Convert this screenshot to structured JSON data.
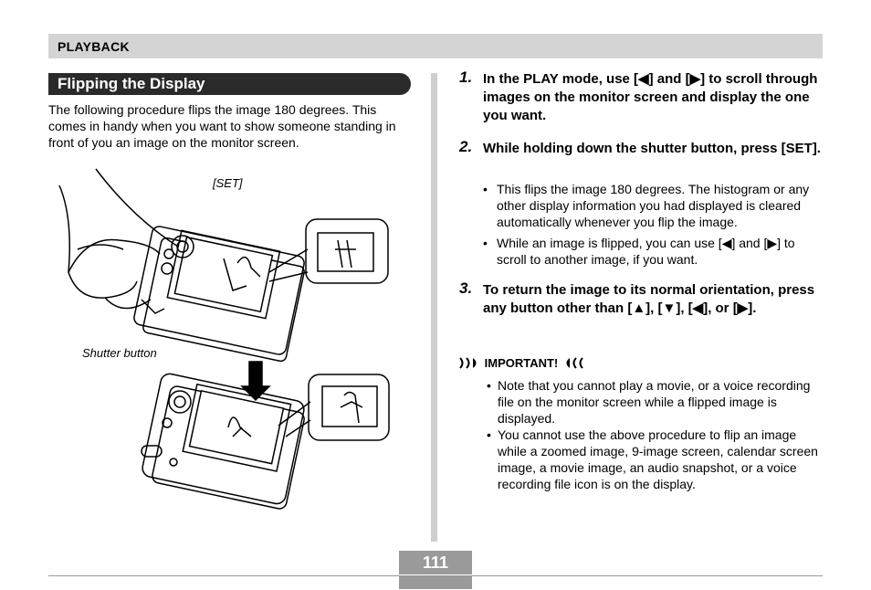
{
  "header": {
    "section": "PLAYBACK"
  },
  "title": "Flipping the Display",
  "intro": "The following procedure flips the image 180 degrees. This comes in handy when you want to show someone standing in front of you an image on the monitor screen.",
  "illustration": {
    "set_label": "[SET]",
    "shutter_label": "Shutter button"
  },
  "steps": [
    {
      "num": "1.",
      "text": "In the PLAY mode, use [◀] and [▶] to scroll through images on the monitor screen and display the one you want."
    },
    {
      "num": "2.",
      "text": "While holding down the shutter button, press [SET]."
    },
    {
      "num": "3.",
      "text": "To return the image to its normal orientation, press any button other than [▲], [▼], [◀], or [▶]."
    }
  ],
  "step2_bullets": [
    "This flips the image 180 degrees. The histogram or any other display information you had displayed is cleared automatically whenever you flip the image.",
    "While an image is flipped, you can use [◀] and [▶] to scroll to another image, if you want."
  ],
  "important": {
    "label": "IMPORTANT!",
    "items": [
      "Note that you cannot play a movie, or a voice recording file on the monitor screen while a flipped image is displayed.",
      "You cannot use the above procedure to flip an image while a zoomed image, 9-image screen, calendar screen image, a movie image, an audio snapshot, or a voice recording file icon is on the display."
    ]
  },
  "page_number": "111"
}
